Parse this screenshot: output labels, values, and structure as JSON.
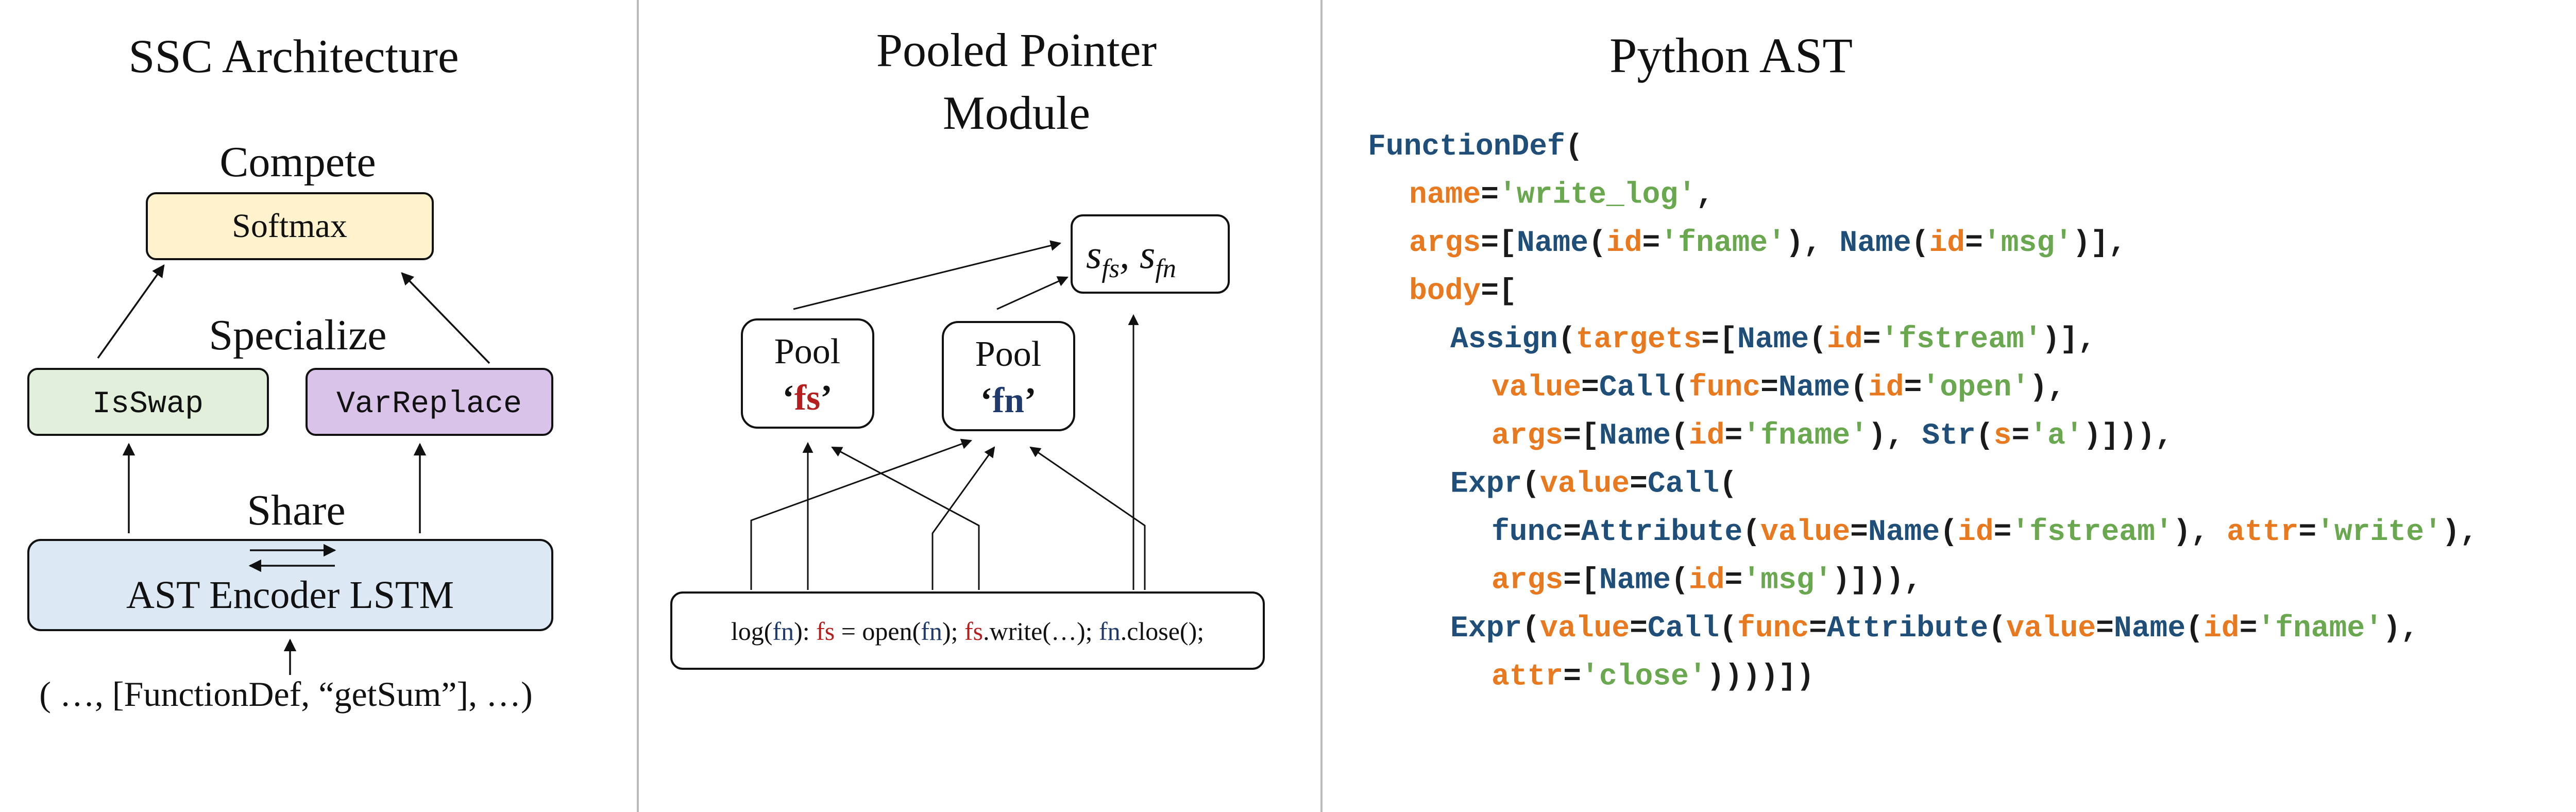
{
  "colors": {
    "keyword": "#1f4e79",
    "attribute": "#e8791e",
    "string": "#6aa84f",
    "fs_var": "#b41e1e",
    "fn_var": "#1f3a6b",
    "softmax_fill": "#fff2cc",
    "isswap_fill": "#e2efda",
    "varreplace_fill": "#d9c3e9",
    "encoder_fill": "#dce9f5",
    "divider": "#bbbbbb"
  },
  "ssc": {
    "title": "SSC Architecture",
    "compete_label": "Compete",
    "softmax_label": "Softmax",
    "specialize_label": "Specialize",
    "isswap_label": "IsSwap",
    "varreplace_label": "VarReplace",
    "share_label": "Share",
    "encoder_label": "AST Encoder LSTM",
    "input_label": "( …, [FunctionDef, “getSum”], …)"
  },
  "pooled": {
    "title_line1": "Pooled Pointer",
    "title_line2": "Module",
    "output_label": "s",
    "output_sub1": "fs",
    "output_sep": ", ",
    "output_sub2": "fn",
    "pool_fs_word": "Pool",
    "pool_fs_open_quote": "‘",
    "pool_fs_var": "fs",
    "pool_fs_close_quote": "’",
    "pool_fn_word": "Pool",
    "pool_fn_open_quote": "‘",
    "pool_fn_var": "fn",
    "pool_fn_close_quote": "’",
    "code": {
      "p1": "log(",
      "p2": "fn",
      "p3": "): ",
      "p4": "fs",
      "p5": " = open(",
      "p6": "fn",
      "p7": "); ",
      "p8": "fs",
      "p9": ".write(…); ",
      "p10": "fn",
      "p11": ".close();"
    }
  },
  "ast": {
    "title": "Python AST",
    "lines": [
      [
        [
          "kw",
          "FunctionDef"
        ],
        [
          "pun",
          "("
        ]
      ],
      [
        [
          "attr",
          "name"
        ],
        [
          "pun",
          "="
        ],
        [
          "str",
          "'write_log'"
        ],
        [
          "pun",
          ","
        ]
      ],
      [
        [
          "attr",
          "args"
        ],
        [
          "pun",
          "=["
        ],
        [
          "kw",
          "Name"
        ],
        [
          "pun",
          "("
        ],
        [
          "attr",
          "id"
        ],
        [
          "pun",
          "="
        ],
        [
          "str",
          "'fname'"
        ],
        [
          "pun",
          "), "
        ],
        [
          "kw",
          "Name"
        ],
        [
          "pun",
          "("
        ],
        [
          "attr",
          "id"
        ],
        [
          "pun",
          "="
        ],
        [
          "str",
          "'msg'"
        ],
        [
          "pun",
          ")],"
        ]
      ],
      [
        [
          "attr",
          "body"
        ],
        [
          "pun",
          "=["
        ]
      ],
      [
        [
          "kw",
          "Assign"
        ],
        [
          "pun",
          "("
        ],
        [
          "attr",
          "targets"
        ],
        [
          "pun",
          "=["
        ],
        [
          "kw",
          "Name"
        ],
        [
          "pun",
          "("
        ],
        [
          "attr",
          "id"
        ],
        [
          "pun",
          "="
        ],
        [
          "str",
          "'fstream'"
        ],
        [
          "pun",
          ")],"
        ]
      ],
      [
        [
          "attr",
          "value"
        ],
        [
          "pun",
          "="
        ],
        [
          "kw",
          "Call"
        ],
        [
          "pun",
          "("
        ],
        [
          "attr",
          "func"
        ],
        [
          "pun",
          "="
        ],
        [
          "kw",
          "Name"
        ],
        [
          "pun",
          "("
        ],
        [
          "attr",
          "id"
        ],
        [
          "pun",
          "="
        ],
        [
          "str",
          "'open'"
        ],
        [
          "pun",
          "),"
        ]
      ],
      [
        [
          "attr",
          "args"
        ],
        [
          "pun",
          "=["
        ],
        [
          "kw",
          "Name"
        ],
        [
          "pun",
          "("
        ],
        [
          "attr",
          "id"
        ],
        [
          "pun",
          "="
        ],
        [
          "str",
          "'fname'"
        ],
        [
          "pun",
          "), "
        ],
        [
          "kw",
          "Str"
        ],
        [
          "pun",
          "("
        ],
        [
          "attr",
          "s"
        ],
        [
          "pun",
          "="
        ],
        [
          "str",
          "'a'"
        ],
        [
          "pun",
          ")])),"
        ]
      ],
      [
        [
          "kw",
          "Expr"
        ],
        [
          "pun",
          "("
        ],
        [
          "attr",
          "value"
        ],
        [
          "pun",
          "="
        ],
        [
          "kw",
          "Call"
        ],
        [
          "pun",
          "("
        ]
      ],
      [
        [
          "kw",
          "func"
        ],
        [
          "pun",
          "="
        ],
        [
          "kw",
          "Attribute"
        ],
        [
          "pun",
          "("
        ],
        [
          "attr",
          "value"
        ],
        [
          "pun",
          "="
        ],
        [
          "kw",
          "Name"
        ],
        [
          "pun",
          "("
        ],
        [
          "attr",
          "id"
        ],
        [
          "pun",
          "="
        ],
        [
          "str",
          "'fstream'"
        ],
        [
          "pun",
          "), "
        ],
        [
          "attr",
          "attr"
        ],
        [
          "pun",
          "="
        ],
        [
          "str",
          "'write'"
        ],
        [
          "pun",
          "),"
        ]
      ],
      [
        [
          "attr",
          "args"
        ],
        [
          "pun",
          "=["
        ],
        [
          "kw",
          "Name"
        ],
        [
          "pun",
          "("
        ],
        [
          "attr",
          "id"
        ],
        [
          "pun",
          "="
        ],
        [
          "str",
          "'msg'"
        ],
        [
          "pun",
          ")])),"
        ]
      ],
      [
        [
          "kw",
          "Expr"
        ],
        [
          "pun",
          "("
        ],
        [
          "attr",
          "value"
        ],
        [
          "pun",
          "="
        ],
        [
          "kw",
          "Call"
        ],
        [
          "pun",
          "("
        ],
        [
          "attr",
          "func"
        ],
        [
          "pun",
          "="
        ],
        [
          "kw",
          "Attribute"
        ],
        [
          "pun",
          "("
        ],
        [
          "attr",
          "value"
        ],
        [
          "pun",
          "="
        ],
        [
          "kw",
          "Name"
        ],
        [
          "pun",
          "("
        ],
        [
          "attr",
          "id"
        ],
        [
          "pun",
          "="
        ],
        [
          "str",
          "'fname'"
        ],
        [
          "pun",
          "),"
        ]
      ],
      [
        [
          "attr",
          "attr"
        ],
        [
          "pun",
          "="
        ],
        [
          "str",
          "'close'"
        ],
        [
          "pun",
          "))))])"
        ]
      ]
    ]
  }
}
